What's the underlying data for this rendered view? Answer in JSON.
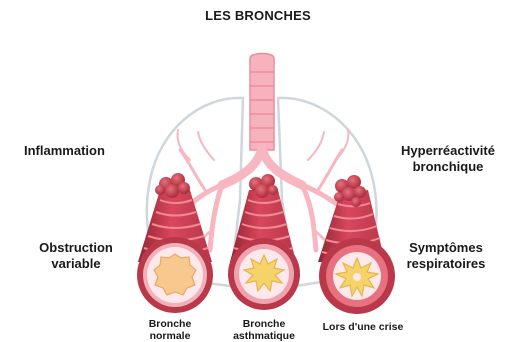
{
  "title": "LES BRONCHES",
  "labels": {
    "inflammation": "Inflammation",
    "obstruction_line1": "Obstruction",
    "obstruction_line2": "variable",
    "hyper_line1": "Hyperréactivité",
    "hyper_line2": "bronchique",
    "symptomes_line1": "Symptômes",
    "symptomes_line2": "respiratoires"
  },
  "captions": {
    "normal_line1": "Bronche",
    "normal_line2": "normale",
    "asthma_line1": "Bronche",
    "asthma_line2": "asthmatique",
    "crisis": "Lors d'une crise"
  },
  "colors": {
    "lung_outline": "#c9d1d9",
    "trachea": "#f4a9b4",
    "bronchi_tree": "#f7b6c0",
    "tube_dark": "#a3303f",
    "tube_red": "#dc4b5a",
    "tube_ring": "#f18a94",
    "lumen_outer": "#fde9ec",
    "mucosa_normal": "#f7c98e",
    "mucosa_asthma": "#f5d36a",
    "alveoli": "#c8303f"
  }
}
